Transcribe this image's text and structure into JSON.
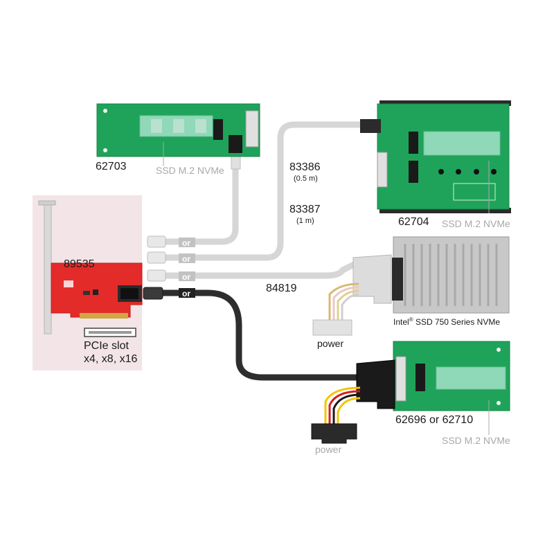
{
  "colors": {
    "host_panel_bg": "#f2e4e7",
    "card_red": "#e32b2a",
    "pcb_green": "#1fa35a",
    "ssd_module": "#8fd8b8",
    "cable_gray": "#d3d3d3",
    "cable_dark": "#2a2a2a",
    "drive_silver": "#c8c8c8",
    "label_gray": "#a8a8a8"
  },
  "host": {
    "card_id": "89535",
    "slot_label_line1": "PCIe slot",
    "slot_label_line2": "x4, x8, x16"
  },
  "connector_options": [
    "or",
    "or",
    "or",
    "or"
  ],
  "cables": {
    "c1_id": "83386",
    "c1_len": "(0.5 m)",
    "c2_id": "83387",
    "c2_len": "(1 m)",
    "c3_id": "84819"
  },
  "devices": {
    "d1_id": "62703",
    "d1_ssd": "SSD M.2 NVMe",
    "d2_id": "62704",
    "d2_ssd": "SSD M.2 NVMe",
    "d3_brand": "Intel",
    "d3_reg": "®",
    "d3_model": "SSD 750 Series NVMe",
    "d4_id": "62696 or 62710",
    "d4_ssd": "SSD M.2 NVMe"
  },
  "power_labels": [
    "power",
    "power"
  ]
}
